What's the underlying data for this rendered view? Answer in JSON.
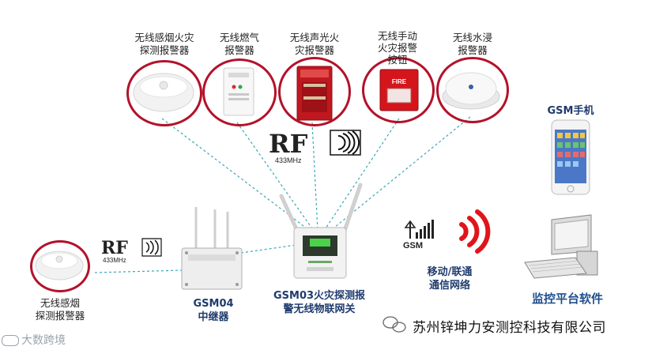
{
  "sensors": {
    "smoke": {
      "label_l1": "无线感烟火灾",
      "label_l2": "探测报警器"
    },
    "gas": {
      "label_l1": "无线燃气",
      "label_l2": "报警器"
    },
    "sound_light": {
      "label_l1": "无线声光火",
      "label_l2": "灾报警器"
    },
    "manual": {
      "label_l1": "无线手动",
      "label_l2": "火灾报警",
      "label_l3": "按钮",
      "device_text": "FIRE"
    },
    "water": {
      "label_l1": "无线水浸",
      "label_l2": "报警器"
    }
  },
  "rf_top": {
    "logo": "RF",
    "freq": "433MHz"
  },
  "rf_left": {
    "logo": "RF",
    "freq": "433MHz"
  },
  "phone": {
    "label": "GSM手机"
  },
  "gsm_signal": {
    "logo": "GSM"
  },
  "network": {
    "label_l1": "移动/联通",
    "label_l2": "通信网络"
  },
  "monitor": {
    "label": "监控平台软件"
  },
  "gateway": {
    "label_l1": "GSM03火灾探测报",
    "label_l2": "警无线物联网关"
  },
  "repeater": {
    "label_l1": "GSM04",
    "label_l2": "中继器"
  },
  "remote_smoke": {
    "label_l1": "无线感烟",
    "label_l2": "探测报警器"
  },
  "company": {
    "name": "苏州锌坤力安测控科技有限公司"
  },
  "watermark": {
    "text": "大数跨境"
  },
  "colors": {
    "ring": "#b3122a",
    "dashed_link": "#3aa8b8",
    "signal": "#e0151b",
    "title_blue": "#1f3b6e"
  }
}
